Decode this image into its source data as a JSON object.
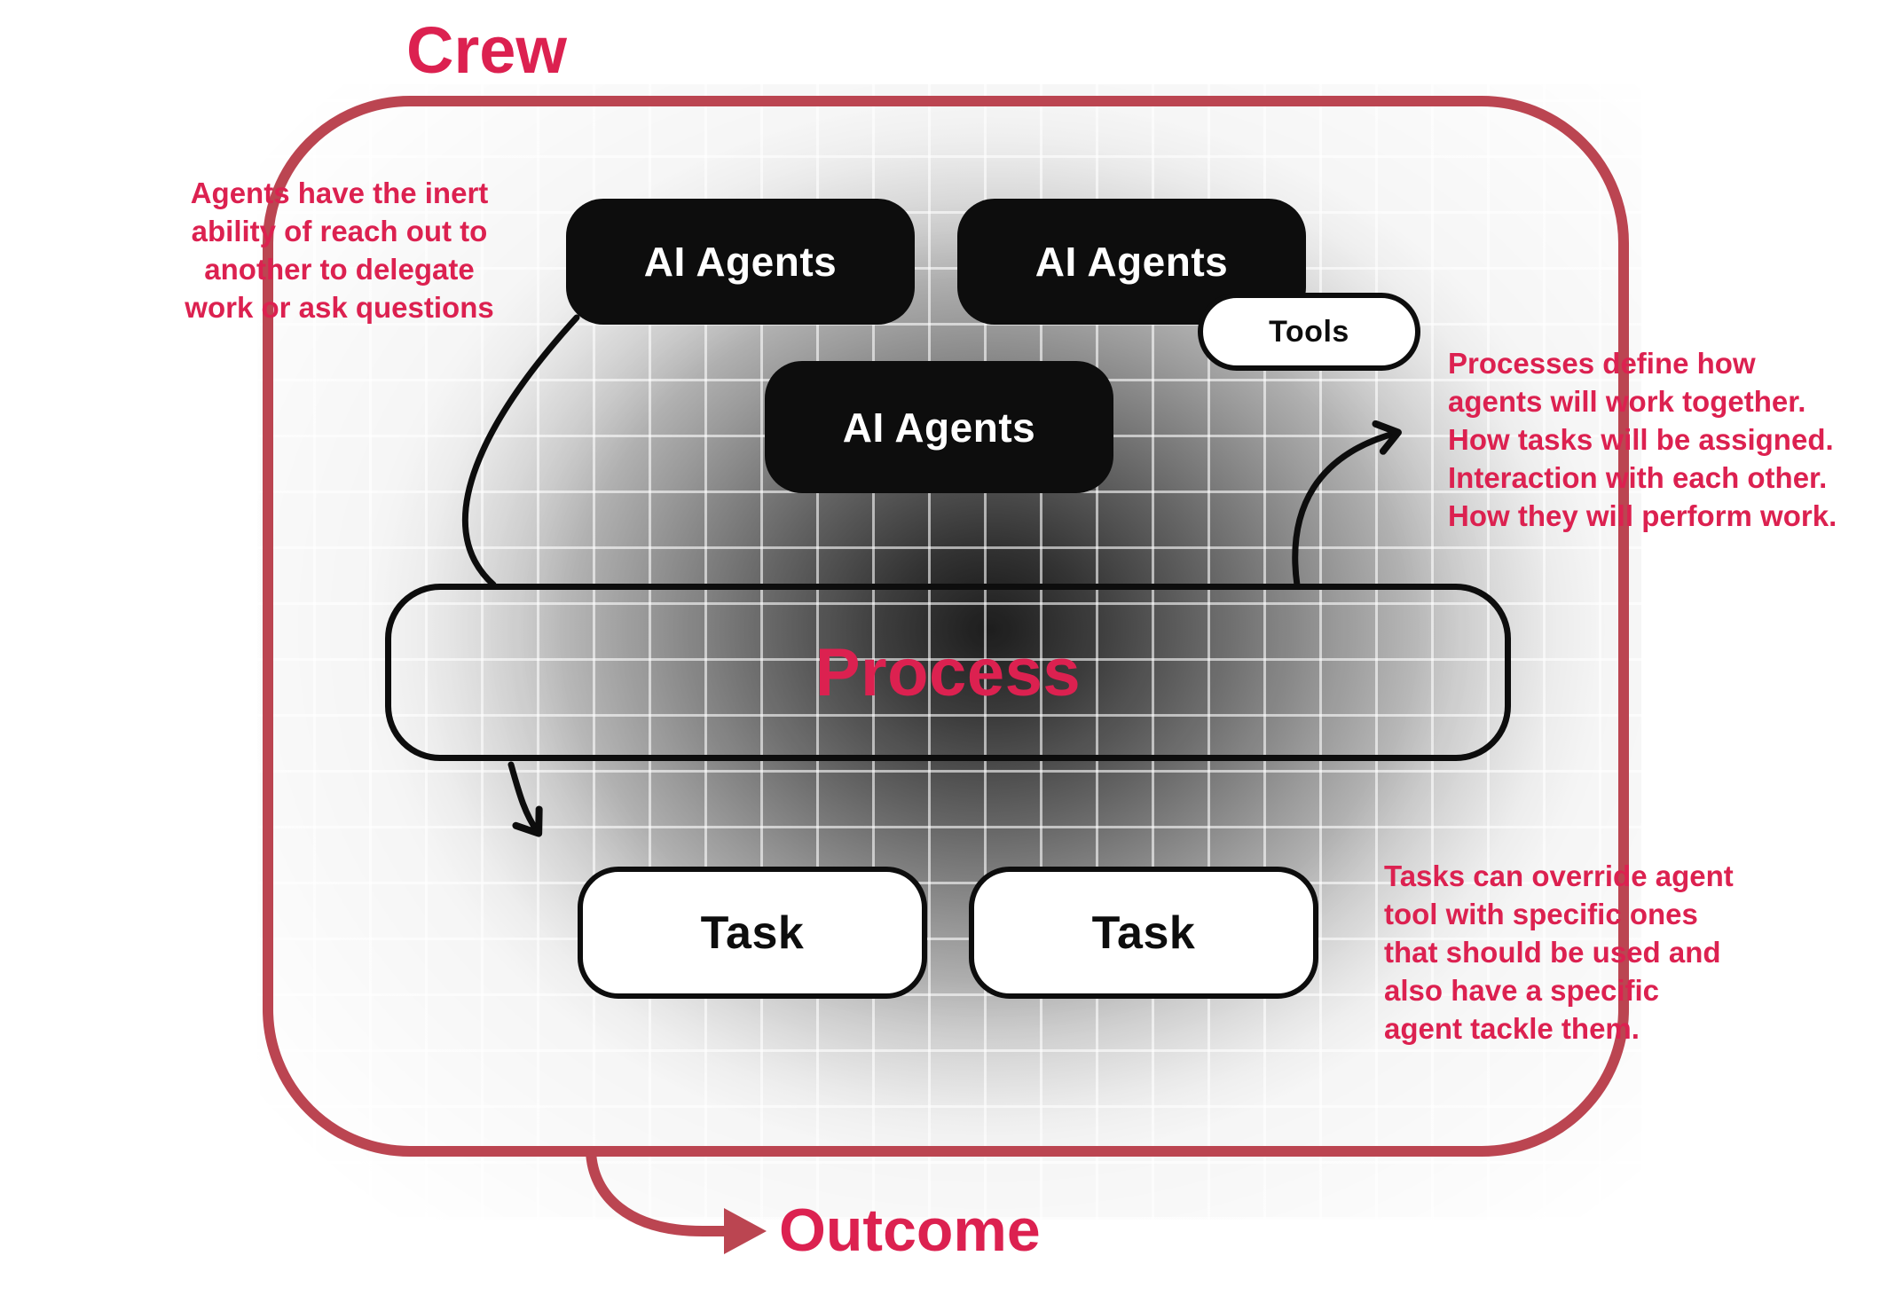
{
  "colors": {
    "accent": "#dc2150",
    "boundary": "#bb4551",
    "ink": "#0d0d0d"
  },
  "crew": {
    "title": "Crew"
  },
  "outcome": {
    "label": "Outcome"
  },
  "nodes": {
    "agent1": {
      "label": "AI Agents"
    },
    "agent2": {
      "label": "AI Agents"
    },
    "agent3": {
      "label": "AI Agents"
    },
    "tools": {
      "label": "Tools"
    },
    "process": {
      "label": "Process"
    },
    "task1": {
      "label": "Task"
    },
    "task2": {
      "label": "Task"
    }
  },
  "annotations": {
    "agents_note": "Agents have the inert\nability of reach out to\nanother to delegate\nwork or ask questions",
    "process_note": "Processes define how\nagents will work together.\nHow tasks will be assigned.\nInteraction with each other.\nHow they will perform work.",
    "tasks_note": "Tasks can override agent\ntool with specific ones\nthat should be used and\nalso have a specific\nagent tackle them."
  }
}
